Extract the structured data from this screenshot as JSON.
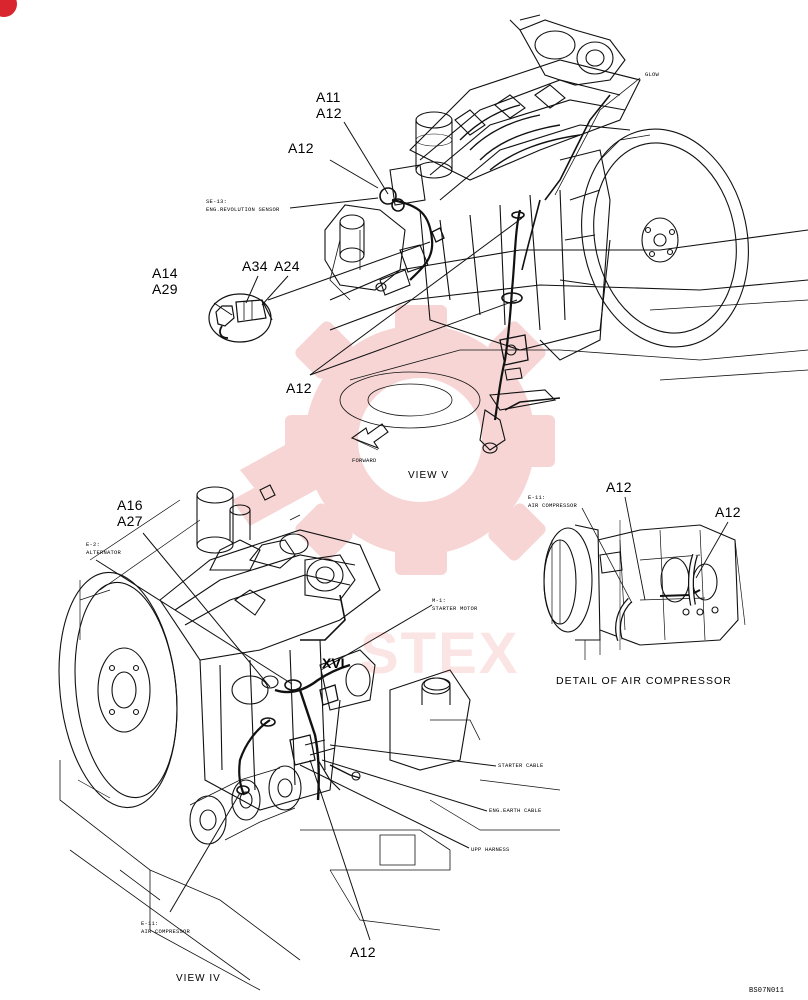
{
  "labels": {
    "a11": "A11",
    "a12_top_pair": "A12",
    "a12_left": "A12",
    "a14": "A14",
    "a29": "A29",
    "a34": "A34",
    "a24": "A24",
    "a12_view_v": "A12",
    "a16": "A16",
    "a27": "A27",
    "a12_detail_left": "A12",
    "a12_detail_right": "A12",
    "a12_bottom": "A12",
    "xvi": "XVI"
  },
  "small_text": {
    "glow": "GLOW",
    "se13_id": "SE-13:",
    "se13_name": "ENG.REVOLUTION SENSOR",
    "forward": "FORWARD",
    "e2_id": "E-2:",
    "e2_name": "ALTERNATOR",
    "m1_id": "M-1:",
    "m1_name": "STARTER MOTOR",
    "e11_detail_id": "E-11:",
    "e11_detail_name": "AIR COMPRESSOR",
    "starter_cable": "STARTER CABLE",
    "eng_earth_cable": "ENG.EARTH CABLE",
    "upp_harness": "UPP HARNESS",
    "e11_id": "E-11:",
    "e11_name": "AIR COMPRESSOR"
  },
  "titles": {
    "view_v": "VIEW V",
    "view_iv": "VIEW IV",
    "detail_air_compressor": "DETAIL OF AIR COMPRESSOR",
    "drawing_number": "BS07N011"
  },
  "watermark": {
    "text": "STEX",
    "color": "#e23a3a"
  },
  "colors": {
    "line": "#111111",
    "watermark": "#f2b4b4",
    "corner_badge": "#d9262e"
  },
  "icons": [
    "corner-badge-icon",
    "forward-arrow-icon",
    "watermark-gear-icon"
  ]
}
